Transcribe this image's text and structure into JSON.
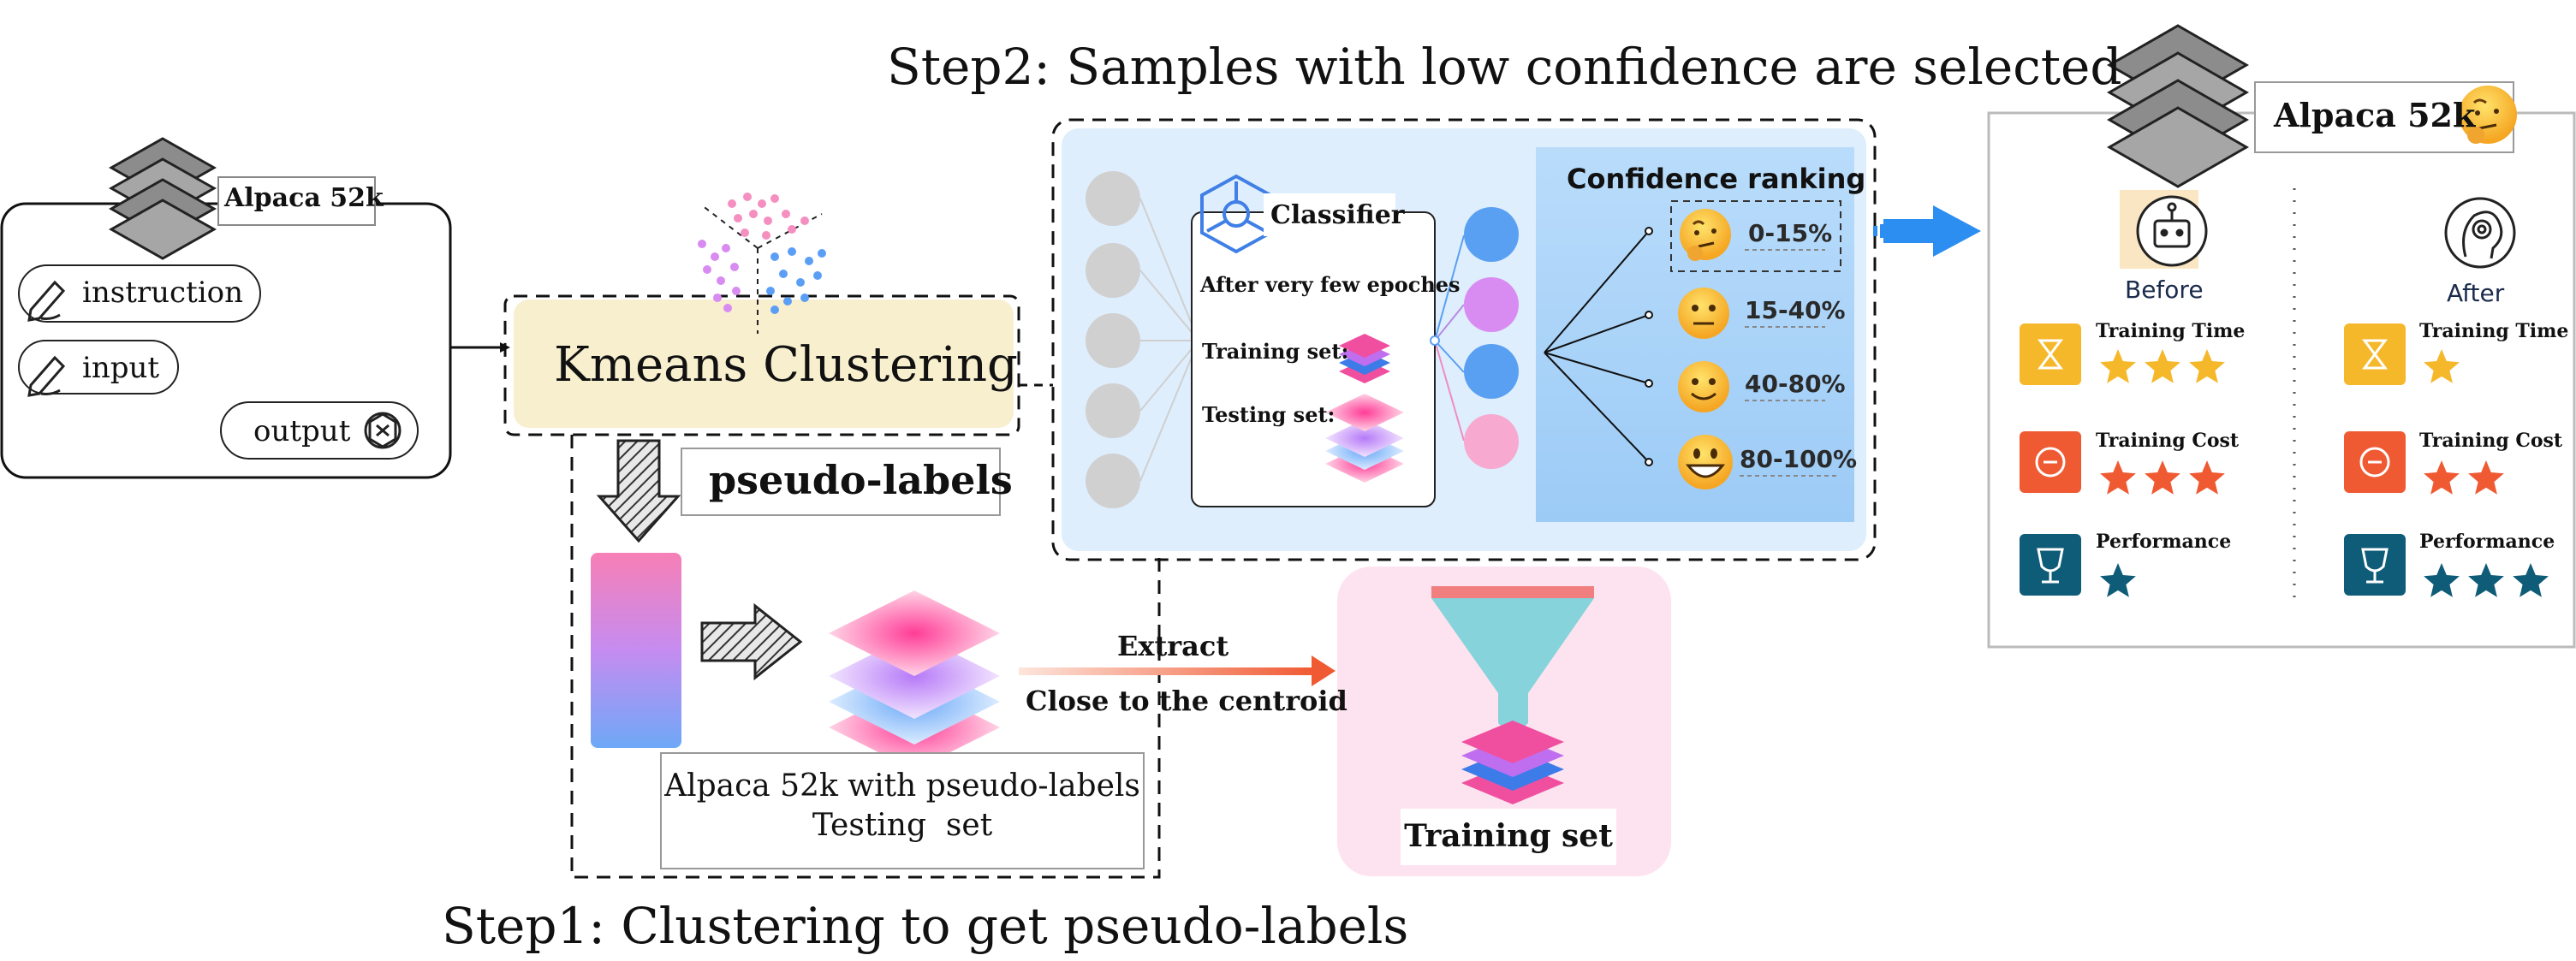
{
  "step2_title": "Step2: Samples with low confidence are selected",
  "step1_title": "Step1: Clustering to get pseudo-labels",
  "left_dataset": {
    "title": "Alpaca 52k",
    "fields": [
      "instruction",
      "input",
      "output"
    ]
  },
  "clustering": {
    "label": "Kmeans Clustering",
    "pseudo_labels": "pseudo-labels"
  },
  "step1_bottom": {
    "line1": "Alpaca 52k with pseudo-labels",
    "line2": "Testing  set"
  },
  "extract": {
    "label": "Extract",
    "sublabel": "Close to the centroid"
  },
  "training_set_label": "Training set",
  "classifier": {
    "title": "Classifier",
    "epochs": "After very few epoches",
    "training": "Training set:",
    "testing": "Testing set:"
  },
  "confidence": {
    "title": "Confidence ranking",
    "items": [
      "0-15%",
      "15-40%",
      "40-80%",
      "80-100%"
    ]
  },
  "result": {
    "title": "Alpaca 52k",
    "before": "Before",
    "after": "After",
    "metrics": [
      {
        "name": "Training Time",
        "icon": "hourglass-icon",
        "color": "#f5b82a",
        "before_stars": 3,
        "after_stars": 1
      },
      {
        "name": "Training Cost",
        "icon": "coin-icon",
        "color": "#f05a33",
        "before_stars": 3,
        "after_stars": 2
      },
      {
        "name": "Performance",
        "icon": "trophy-icon",
        "color": "#0f5c78",
        "before_stars": 1,
        "after_stars": 3
      }
    ]
  },
  "colors": {
    "star_yellow": "#f5b82a",
    "star_red": "#f05a33",
    "star_teal": "#0f5c78",
    "arrow_blue": "#2196f3",
    "arrow_red": "#f05a33"
  }
}
